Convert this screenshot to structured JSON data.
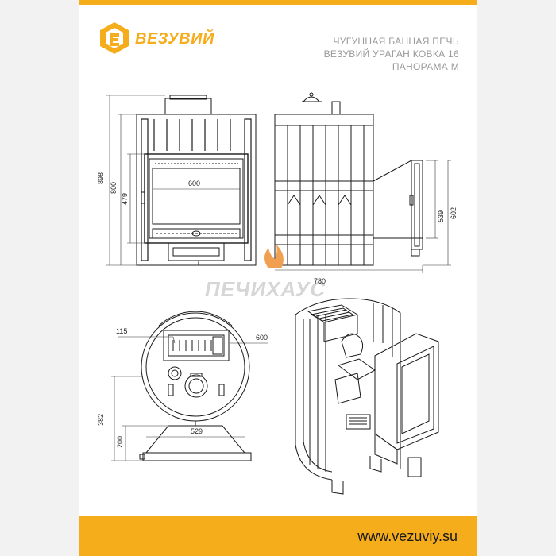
{
  "brand": {
    "name": "ВЕЗУВИЙ",
    "accent_color": "#f5ad1c",
    "logo_icon": "vezuviy-logo-icon"
  },
  "title": {
    "line1": "ЧУГУННАЯ БАННАЯ ПЕЧЬ",
    "line2": "ВЕЗУВИЙ УРАГАН КОВКА 16",
    "line3": "ПАНОРАМА М",
    "color": "#9a9a9a"
  },
  "watermark": {
    "text": "ПЕЧИХАУС",
    "color": "#d6d6d6",
    "flame_color": "#f0a050"
  },
  "dimensions": {
    "front_height_total": "898",
    "front_height_body": "800",
    "front_height_door": "479",
    "front_glass_width": "600",
    "side_depth": "780",
    "side_height_tunnel_outer": "602",
    "side_height_tunnel_inner": "539",
    "top_tunnel_offset": "115",
    "top_diameter": "600",
    "top_depth": "382",
    "top_base_height": "200",
    "top_base_width": "529"
  },
  "footer": {
    "website": "www.vezuviy.su"
  }
}
